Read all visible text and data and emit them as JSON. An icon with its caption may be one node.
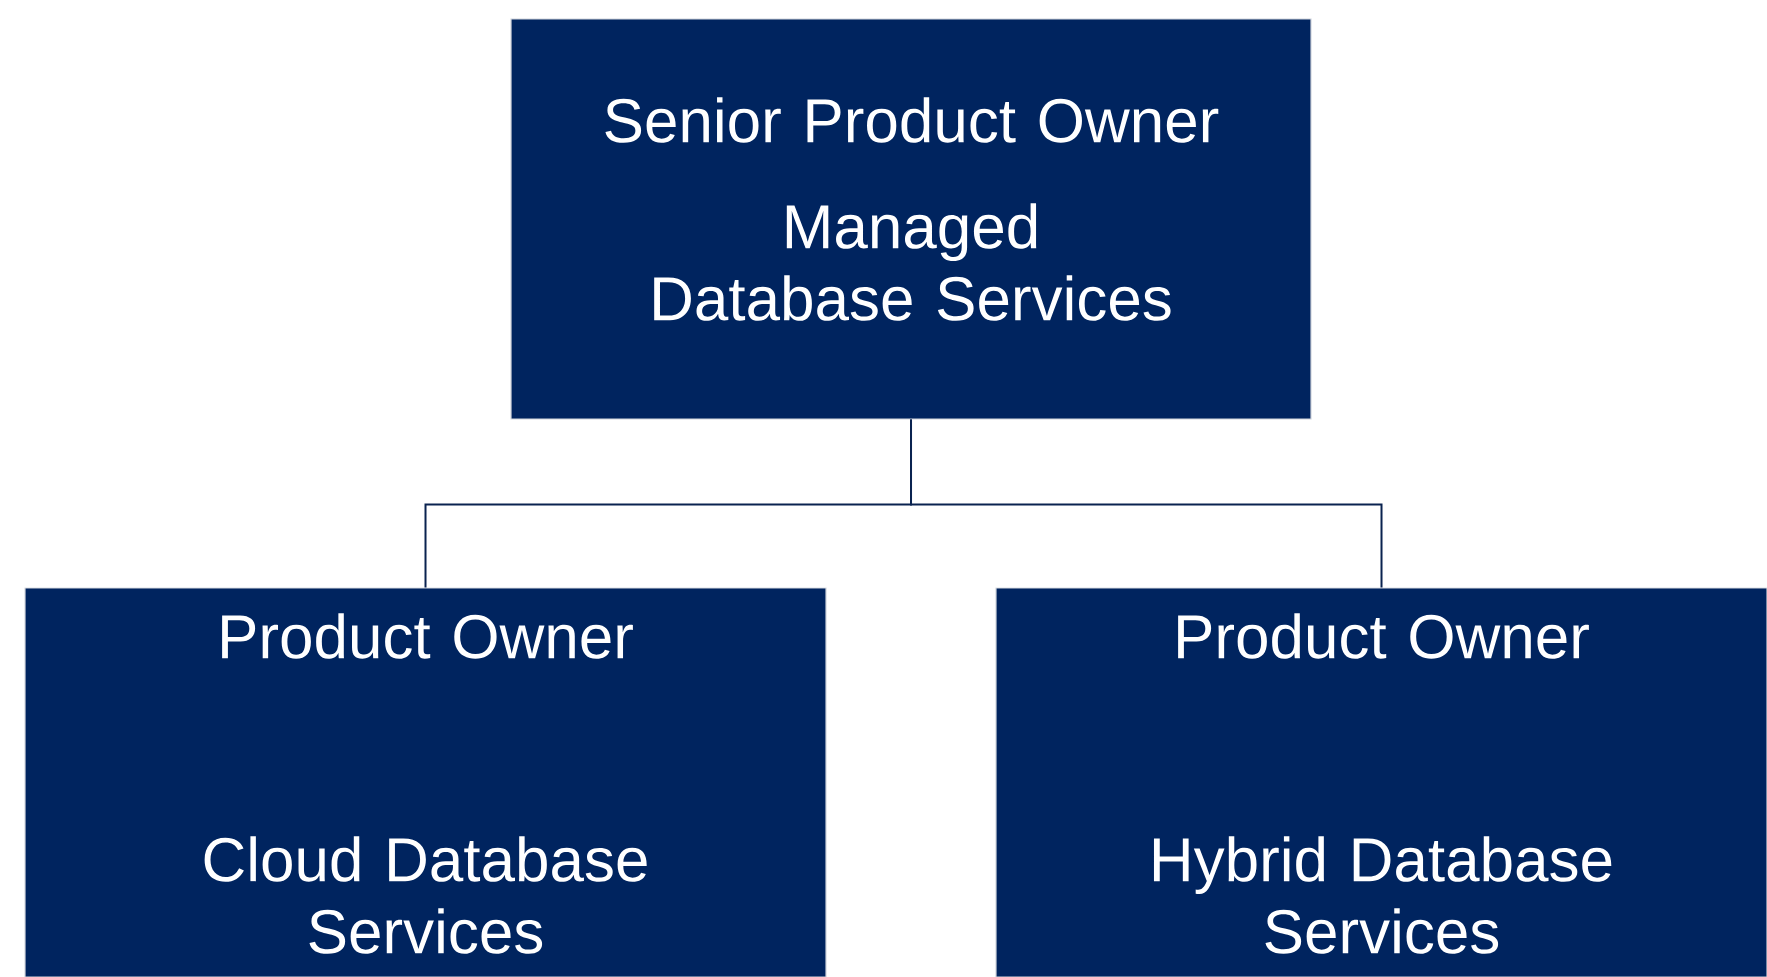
{
  "diagram": {
    "nodes": [
      {
        "text": [
          "Senior Product Owner",
          "Managed Database Services"
        ]
      },
      {
        "text": [
          "Product Owner",
          "Cloud Database Services"
        ]
      },
      {
        "text": [
          "Product Owner",
          "Hybrid Database Services"
        ]
      }
    ],
    "edges": [
      {
        "from": 0,
        "to": 1,
        "arrow": "none"
      },
      {
        "from": 0,
        "to": 2,
        "arrow": "none"
      }
    ]
  }
}
